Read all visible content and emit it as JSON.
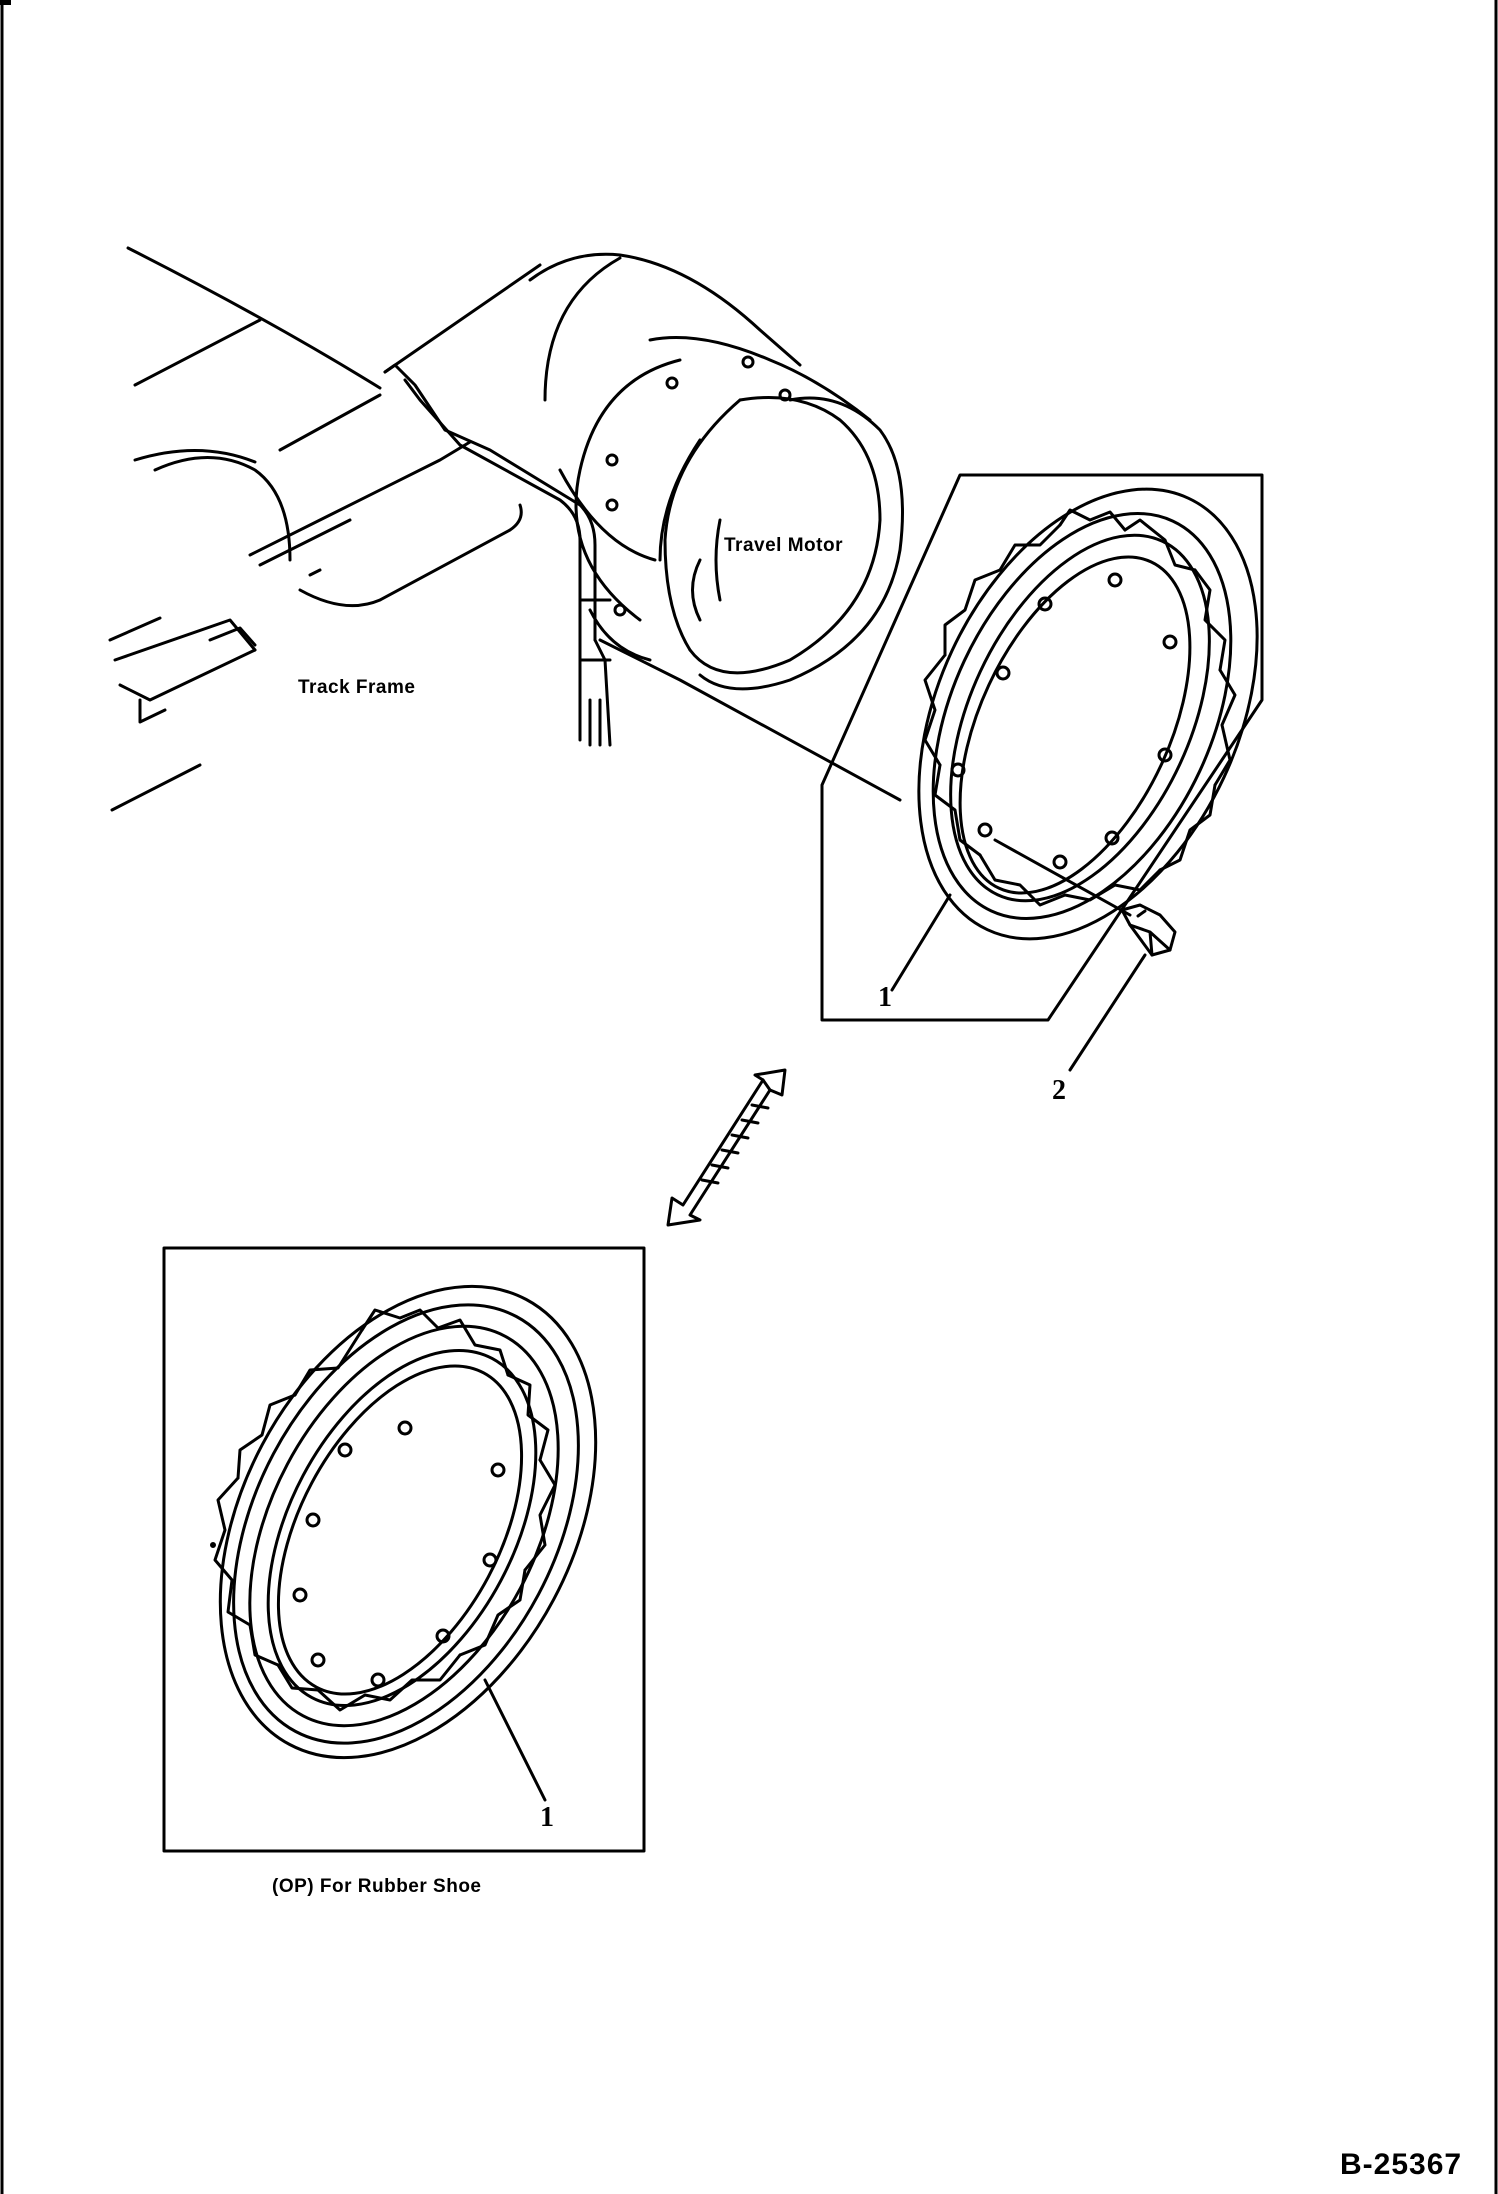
{
  "labels": {
    "track_frame": "Track Frame",
    "travel_motor": "Travel Motor",
    "rubber_shoe_caption": "(OP)  For  Rubber  Shoe",
    "drawing_number": "B-25367"
  },
  "callouts": {
    "sprocket_upper": "1",
    "bolt": "2",
    "sprocket_lower": "1"
  },
  "colors": {
    "ink": "#000000",
    "paper": "#ffffff"
  }
}
